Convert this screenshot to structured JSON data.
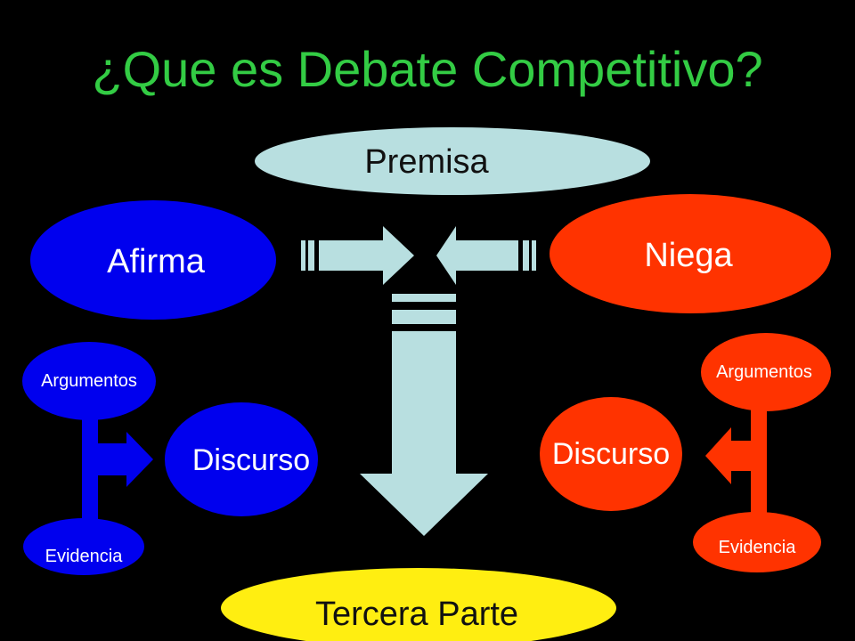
{
  "title": "¿Que es Debate Competitivo?",
  "nodes": {
    "premisa": "Premisa",
    "afirma": "Afirma",
    "niega": "Niega",
    "tercera_parte": "Tercera Parte",
    "left": {
      "argumentos": "Argumentos",
      "evidencia": "Evidencia",
      "discurso": "Discurso"
    },
    "right": {
      "argumentos": "Argumentos",
      "evidencia": "Evidencia",
      "discurso": "Discurso"
    }
  },
  "colors": {
    "background": "#000000",
    "title": "#33cc44",
    "afirma": "#0000ee",
    "niega": "#ff3300",
    "premisa": "#b8dfe0",
    "tercera_parte": "#ffee11",
    "arrows": "#b8dfe0",
    "light_text": "#ffffff",
    "dark_text": "#111111"
  }
}
